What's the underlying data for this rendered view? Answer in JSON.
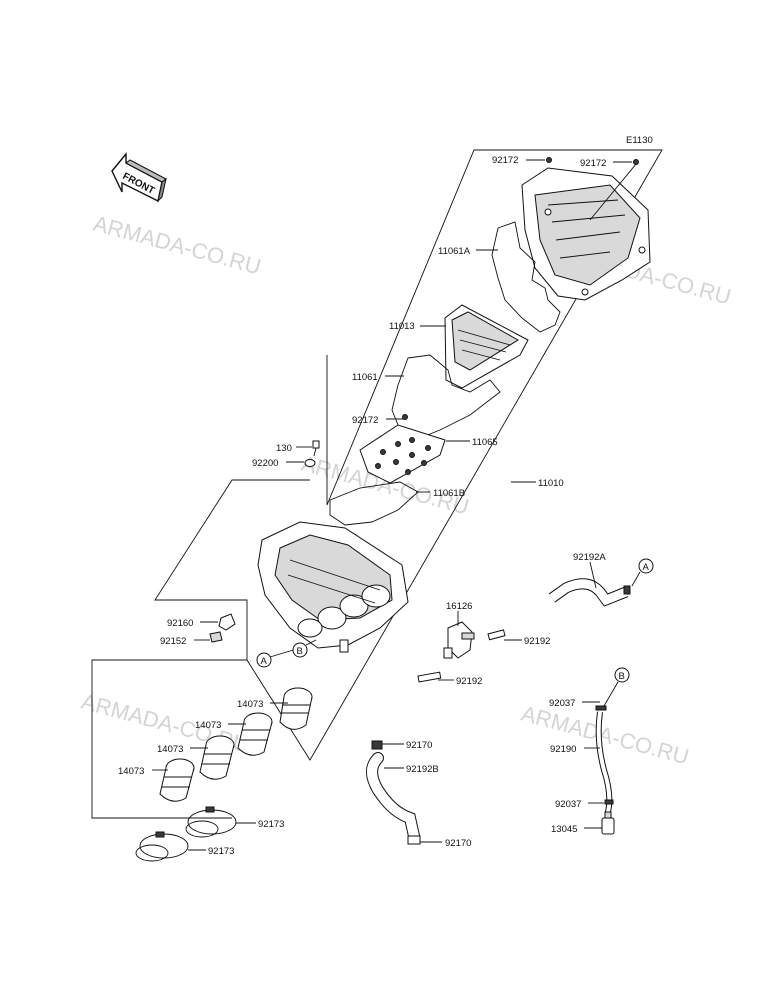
{
  "diagram_code": "E1130",
  "front_marker": "FRONT",
  "watermark": "ARMADA-CO.RU",
  "ref_labels": {
    "a": "A",
    "b": "B"
  },
  "callouts": {
    "p92172_top_left": "92172",
    "p92172_top_right": "92172",
    "p11061A": "11061A",
    "p11013": "11013",
    "p11061": "11061",
    "p92172_mid": "92172",
    "p130": "130",
    "p92200": "92200",
    "p11065": "11065",
    "p11061B": "11061B",
    "p11010": "11010",
    "p92192A": "92192A",
    "p16126": "16126",
    "p92192_upper": "92192",
    "p92192_lower": "92192",
    "p92160": "92160",
    "p92152": "92152",
    "p14073_a": "14073",
    "p14073_b": "14073",
    "p14073_c": "14073",
    "p14073_d": "14073",
    "p92170_upper": "92170",
    "p92192B": "92192B",
    "p92170_lower": "92170",
    "p92173_a": "92173",
    "p92173_b": "92173",
    "p92037_upper": "92037",
    "p92190": "92190",
    "p92037_lower": "92037",
    "p13045": "13045"
  }
}
